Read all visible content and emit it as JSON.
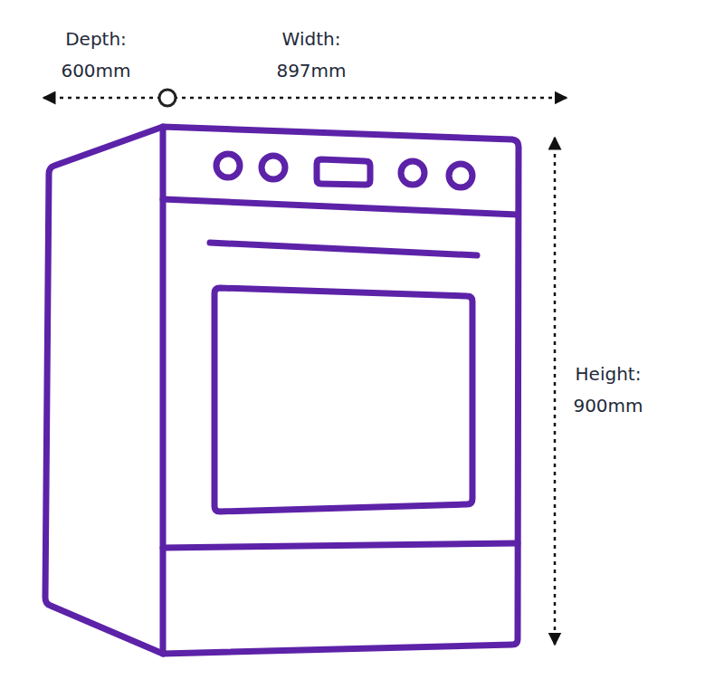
{
  "diagram": {
    "labels": [
      "Depth: 600mm",
      "Width: 897mm",
      "Height: 900mm"
    ]
  }
}
